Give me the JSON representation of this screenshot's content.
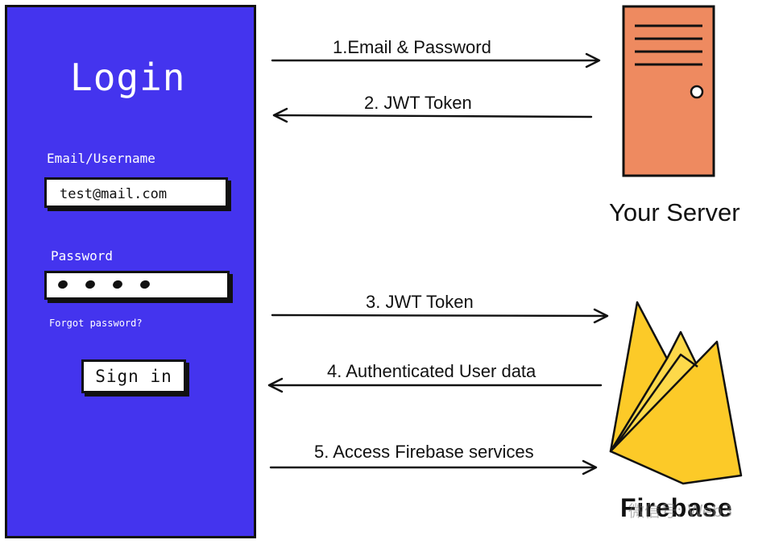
{
  "login": {
    "title": "Login",
    "email_label": "Email/Username",
    "email_value": "test@mail.com",
    "password_label": "Password",
    "forgot_link": "Forgot password?",
    "signin_label": "Sign in"
  },
  "flow": {
    "step1": "1.Email & Password",
    "step2": "2. JWT Token",
    "step3": "3. JWT Token",
    "step4": "4. Authenticated User data",
    "step5": "5. Access Firebase services"
  },
  "nodes": {
    "server_label": "Your Server",
    "firebase_label": "Firebase",
    "server_icon": "server-tower-icon",
    "firebase_icon": "firebase-flame-icon"
  },
  "watermark": "微信号: Web3",
  "colors": {
    "panel": "#4434ee",
    "server": "#ee8a60",
    "firebase_yellow": "#fcca28",
    "firebase_light": "#fde07a"
  }
}
